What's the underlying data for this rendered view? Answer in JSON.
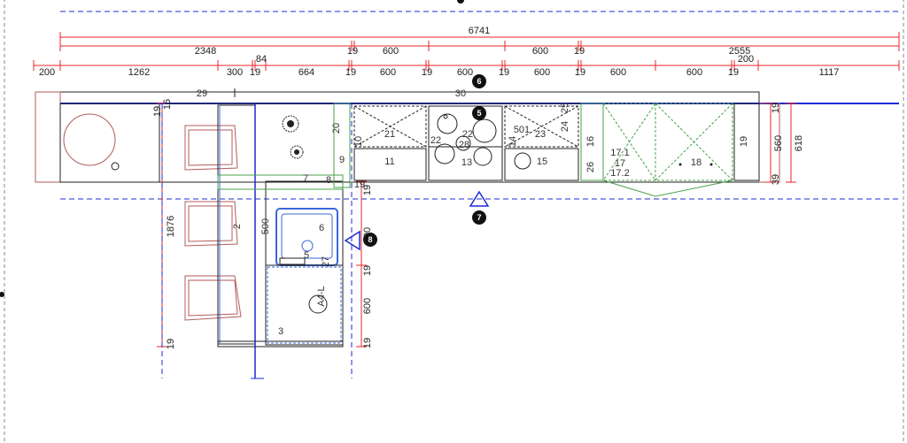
{
  "dimensions": {
    "row1": [
      "6741"
    ],
    "row2": [
      "2348",
      "19",
      "600",
      "600",
      "19",
      "2555"
    ],
    "row3": [
      "200",
      "1262",
      "300",
      "84",
      "19",
      "664",
      "19",
      "600",
      "19",
      "600",
      "19",
      "600",
      "19",
      "600",
      "600",
      "200",
      "19",
      "1117"
    ],
    "vertical": [
      "560",
      "618",
      "19",
      "39",
      "1876",
      "19",
      "500",
      "19",
      "600",
      "19"
    ]
  },
  "labels": {
    "worktop_top": "29",
    "worktop_mid": "30",
    "tall_unit": "2",
    "sink_unit": "3",
    "sink_basin": "6",
    "tap": "5",
    "dishwasher": "27",
    "waste": "4",
    "waste_alt": "A4-L",
    "corner": "7",
    "filler_a": "8",
    "filler_b": "9",
    "filler_c": "10",
    "base_11": "11",
    "base_13": "13",
    "base_15": "15",
    "base_16": "16",
    "base_17": "17",
    "base_17_1": "17.1",
    "base_17_2": "17.2",
    "base_18": "18",
    "base_19": "19",
    "base_19b": "19",
    "wall_20": "20",
    "wall_21": "21",
    "wall_22": "22",
    "wall_22b": "22",
    "wall_23": "23",
    "wall_24": "24",
    "wall_25": "25",
    "wall_26": "26",
    "wall_28": "28",
    "hob_501": "501",
    "cab_14": "14",
    "dim_19_side": "19",
    "dim_16_side": "16"
  },
  "markers": [
    "5",
    "6",
    "7",
    "8"
  ],
  "colors": {
    "dimension": "#e8262a",
    "wall_line": "#1c2bd6",
    "base_cabinet": "#222222",
    "tall_cabinet": "#4aa04a",
    "appliance": "#3a67d8",
    "furniture": "#b45a5a",
    "border": "#888888"
  }
}
